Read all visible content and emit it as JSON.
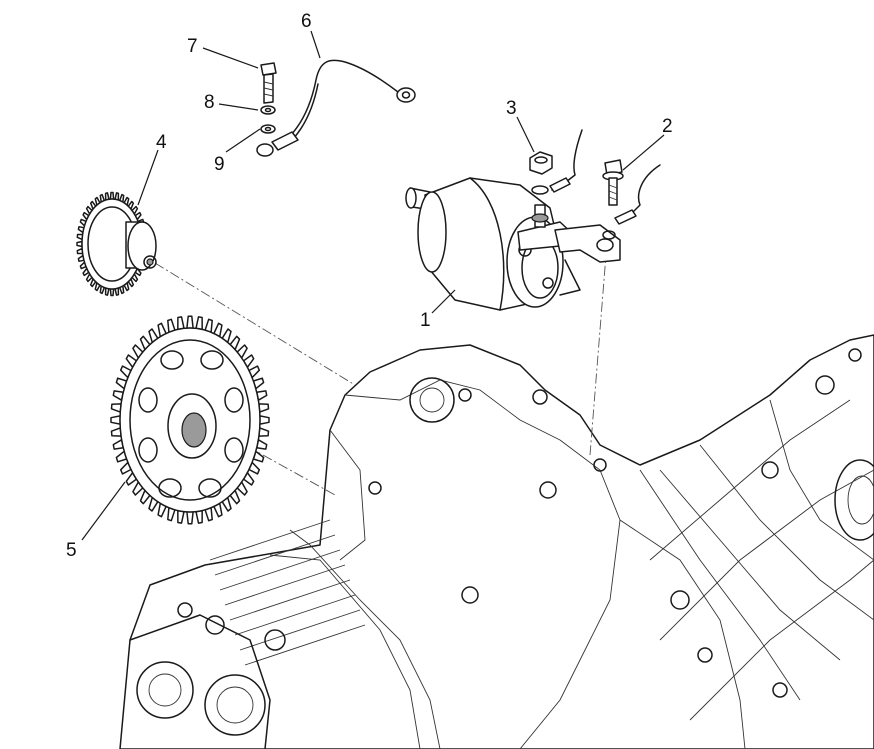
{
  "diagram": {
    "callouts": [
      {
        "id": "1",
        "text": "1"
      },
      {
        "id": "2",
        "text": "2"
      },
      {
        "id": "3",
        "text": "3"
      },
      {
        "id": "4",
        "text": "4"
      },
      {
        "id": "5",
        "text": "5"
      },
      {
        "id": "6",
        "text": "6"
      },
      {
        "id": "7",
        "text": "7"
      },
      {
        "id": "8",
        "text": "8"
      },
      {
        "id": "9",
        "text": "9"
      }
    ],
    "parts": [
      {
        "callout": "1",
        "icon": "starter-motor-icon"
      },
      {
        "callout": "2",
        "icon": "flange-bolt-icon"
      },
      {
        "callout": "3",
        "icon": "hex-nut-icon"
      },
      {
        "callout": "4",
        "icon": "double-idler-gear-icon"
      },
      {
        "callout": "5",
        "icon": "starter-driven-gear-icon"
      },
      {
        "callout": "6",
        "icon": "ground-cable-icon"
      },
      {
        "callout": "7",
        "icon": "bolt-icon"
      },
      {
        "callout": "8",
        "icon": "washer-icon"
      },
      {
        "callout": "9",
        "icon": "washer-icon"
      }
    ],
    "line_color": "#1a1a1a",
    "background": "#ffffff"
  }
}
